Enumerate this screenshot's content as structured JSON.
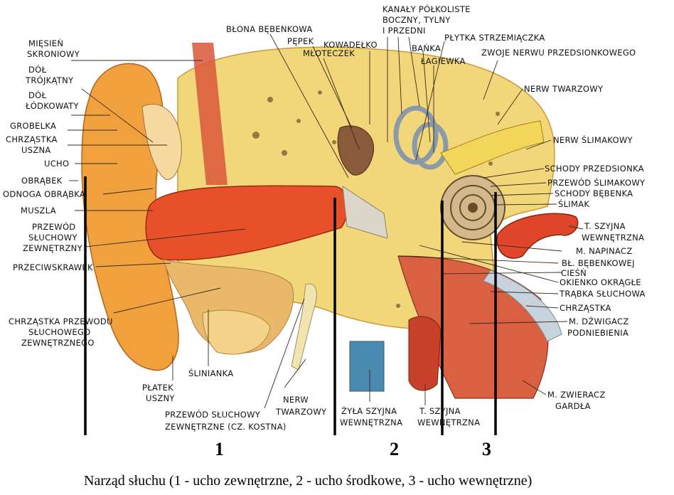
{
  "labels": {
    "miesien_skroniowy": [
      "MIĘSIEŃ",
      "SKRONIOWY"
    ],
    "dol_trojkatny": [
      "DÓŁ",
      "TRÓJKĄTNY"
    ],
    "dol_lodkowaty": [
      "DÓŁ",
      "ŁÓDKOWATY"
    ],
    "grobelka": [
      "GROBELKA"
    ],
    "chrzastka_uszna": [
      "CHRZĄSTKA",
      "USZNA"
    ],
    "ucho": [
      "UCHO"
    ],
    "obrabek": [
      "OBRĄBEK"
    ],
    "odnoga_obrabka": [
      "ODNOGA OBRĄBKA"
    ],
    "muszla": [
      "MUSZLA"
    ],
    "przewod_sluchowy_zewn": [
      "PRZEWÓD",
      "SŁUCHOWY",
      "ZEWNĘTRZNY"
    ],
    "przeciwskrawek": [
      "PRZECIWSKRAWEK"
    ],
    "chrzastka_przewodu": [
      "CHRZĄSTKA PRZEWODU",
      "SŁUCHOWEGO",
      "ZEWNĘTRZNEGO"
    ],
    "platek_uszny": [
      "PŁATEK",
      "USZNY"
    ],
    "slinianka": [
      "ŚLINIANKA"
    ],
    "przewod_kostny": [
      "PRZEWÓD SŁUCHOWY",
      "ZEWNĘTRZNE (CZ. KOSTNA)"
    ],
    "nerw_twarzowy_bottom": [
      "NERW",
      "TWARZOWY"
    ],
    "zyla_szyjna": [
      "ŻYŁA SZYJNA",
      "WEWNĘTRZNA"
    ],
    "t_szyjna_bottom": [
      "T. SZYJNA",
      "WEWNĘTRZNA"
    ],
    "blona_bebenkowa": [
      "BŁONA BĘBENKOWA"
    ],
    "pepek": [
      "PĘPEK"
    ],
    "mloteczek": [
      "MŁOTECZEK"
    ],
    "kowadelko": [
      "KOWADEŁKO"
    ],
    "kanaly": [
      "KANAŁY PÓŁKOLISTE",
      "BOCZNY, TYLNY",
      "I PRZEDNI"
    ],
    "banka": [
      "BAŃKA"
    ],
    "lagiewka": [
      "ŁAGIEWKA"
    ],
    "plytka": [
      "PŁYTKA STRZEMIĄCZKA"
    ],
    "zwoje": [
      "ZWOJE NERWU PRZEDSIONKOWEGO"
    ],
    "nerw_twarzowy": [
      "NERW TWARZOWY"
    ],
    "nerw_slimakowy": [
      "NERW ŚLIMAKOWY"
    ],
    "schody_przedsionka": [
      "SCHODY PRZEDSIONKA"
    ],
    "przewod_slimakowy": [
      "PRZEWÓD ŚLIMAKOWY"
    ],
    "schody_bebenka": [
      "SCHODY BĘBENKA"
    ],
    "slimak": [
      "ŚLIMAK"
    ],
    "t_szyjna_right": [
      "T. SZYJNA",
      "WEWNĘTRZNA"
    ],
    "m_napinacz": [
      "M. NAPINACZ"
    ],
    "bl_bebenkowej": [
      "BŁ. BĘBENKOWEJ"
    ],
    "ciesn": [
      "CIEŚŃ"
    ],
    "okienko": [
      "OKIENKO OKRĄGŁE"
    ],
    "trabka": [
      "TRĄBKA SŁUCHOWA"
    ],
    "chrzastka": [
      "CHRZĄSTKA"
    ],
    "m_dzwigacz": [
      "M. DŹWIGACZ",
      "PODNIEBIENIA"
    ],
    "m_zwieracz": [
      "M. ZWIERACZ",
      "GARDŁA"
    ]
  },
  "section_numbers": [
    "1",
    "2",
    "3"
  ],
  "caption": "Narząd słuchu (1 - ucho zewnętrzne, 2 - ucho środkowe,  3 - ucho wewnętrzne)",
  "colors": {
    "skin": "#f0a03c",
    "bone": "#f2d77a",
    "canal": "#e8502a",
    "muscle": "#d9573a",
    "cochlea": "#b89a6a"
  }
}
